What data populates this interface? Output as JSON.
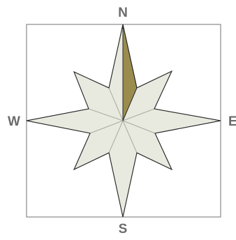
{
  "compass": {
    "labels": {
      "north": "N",
      "south": "S",
      "east": "E",
      "west": "W"
    },
    "highlighted_ray": "north-east-half",
    "colors": {
      "label_text": "#6b6b6b",
      "frame_stroke": "#8a8a8a",
      "star_fill": "#e8eae0",
      "star_stroke": "#2b2b2b",
      "inner_line": "#a9aba0",
      "highlight_fill": "#9a8c4c"
    }
  }
}
